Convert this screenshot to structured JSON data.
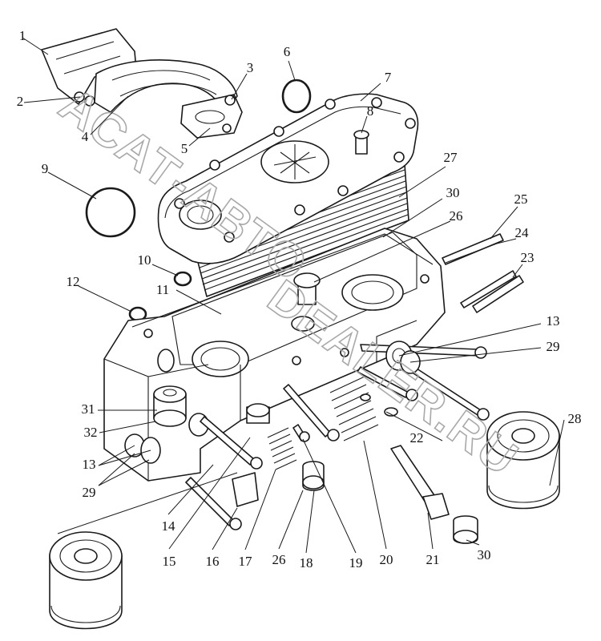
{
  "watermark": {
    "line1": "АСАТ-АВТО",
    "line2": "DEALER.RU",
    "color": "#a9a9a9"
  },
  "colors": {
    "ink": "#1a1a1a",
    "background": "#ffffff"
  },
  "callouts": [
    {
      "id": "c1",
      "label": "1"
    },
    {
      "id": "c2",
      "label": "2"
    },
    {
      "id": "c3",
      "label": "3"
    },
    {
      "id": "c4",
      "label": "4"
    },
    {
      "id": "c5",
      "label": "5"
    },
    {
      "id": "c6",
      "label": "6"
    },
    {
      "id": "c7",
      "label": "7"
    },
    {
      "id": "c8",
      "label": "8"
    },
    {
      "id": "c9",
      "label": "9"
    },
    {
      "id": "c10",
      "label": "10"
    },
    {
      "id": "c11",
      "label": "11"
    },
    {
      "id": "c12",
      "label": "12"
    },
    {
      "id": "c13a",
      "label": "13"
    },
    {
      "id": "c13b",
      "label": "13"
    },
    {
      "id": "c14",
      "label": "14"
    },
    {
      "id": "c15",
      "label": "15"
    },
    {
      "id": "c16",
      "label": "16"
    },
    {
      "id": "c17",
      "label": "17"
    },
    {
      "id": "c18",
      "label": "18"
    },
    {
      "id": "c19",
      "label": "19"
    },
    {
      "id": "c20",
      "label": "20"
    },
    {
      "id": "c21",
      "label": "21"
    },
    {
      "id": "c22",
      "label": "22"
    },
    {
      "id": "c23",
      "label": "23"
    },
    {
      "id": "c24",
      "label": "24"
    },
    {
      "id": "c25",
      "label": "25"
    },
    {
      "id": "c26a",
      "label": "26"
    },
    {
      "id": "c26b",
      "label": "26"
    },
    {
      "id": "c27",
      "label": "27"
    },
    {
      "id": "c28",
      "label": "28"
    },
    {
      "id": "c29a",
      "label": "29"
    },
    {
      "id": "c29b",
      "label": "29"
    },
    {
      "id": "c30a",
      "label": "30"
    },
    {
      "id": "c30b",
      "label": "30"
    },
    {
      "id": "c31",
      "label": "31"
    },
    {
      "id": "c32",
      "label": "32"
    }
  ]
}
